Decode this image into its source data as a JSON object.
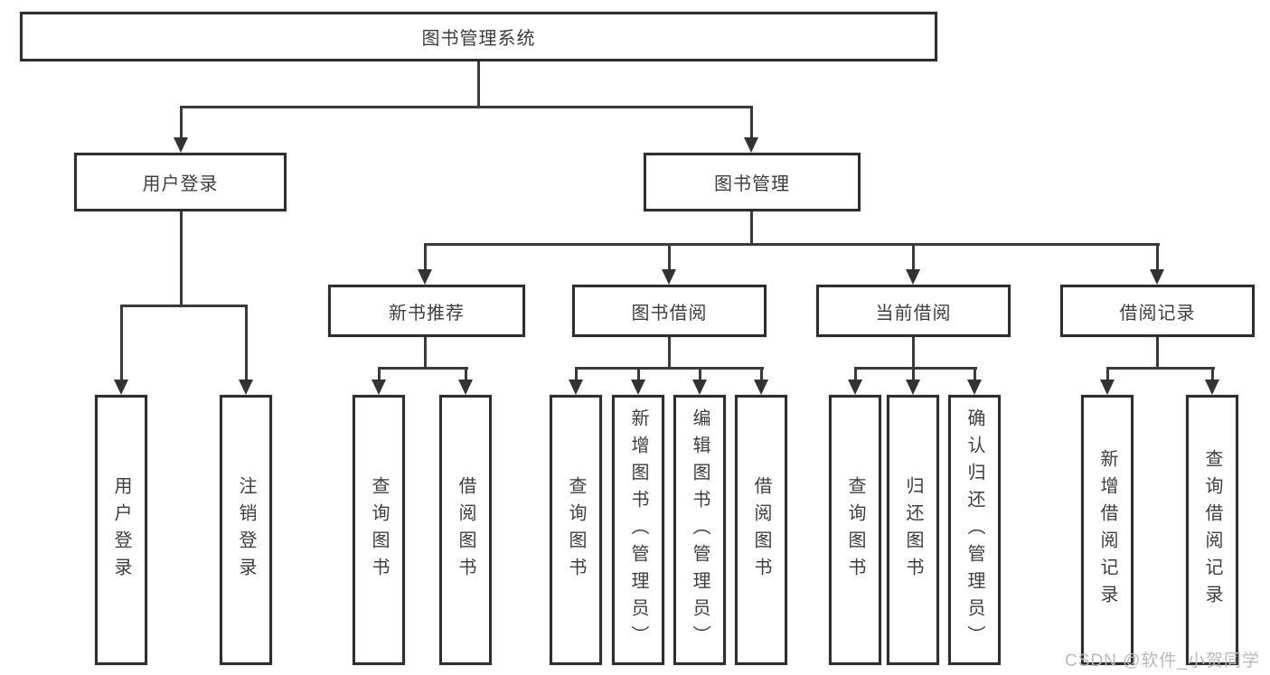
{
  "diagram": {
    "title": "图书管理系统",
    "root": "图书管理系统",
    "level2": [
      {
        "label": "用户登录"
      },
      {
        "label": "图书管理"
      }
    ],
    "level3": [
      {
        "label": "新书推荐"
      },
      {
        "label": "图书借阅"
      },
      {
        "label": "当前借阅"
      },
      {
        "label": "借阅记录"
      }
    ],
    "leaves": {
      "user_login": [
        "用户登录",
        "注销登录"
      ],
      "new_book_rec": [
        "查询图书",
        "借阅图书"
      ],
      "book_borrow": [
        "查询图书",
        "新增图书（管理员）",
        "编辑图书（管理员）",
        "借阅图书"
      ],
      "current_borrow": [
        "查询图书",
        "归还图书",
        "确认归还（管理员）"
      ],
      "borrow_record": [
        "新增借阅记录",
        "查询借阅记录"
      ]
    }
  },
  "watermark": "CSDN @软件_小贺同学",
  "colors": {
    "line": "#3a3a3a",
    "box_border": "#2e2e2e",
    "text": "#3e3e3e",
    "watermark": "#b9b9b9",
    "background": "#ffffff"
  }
}
